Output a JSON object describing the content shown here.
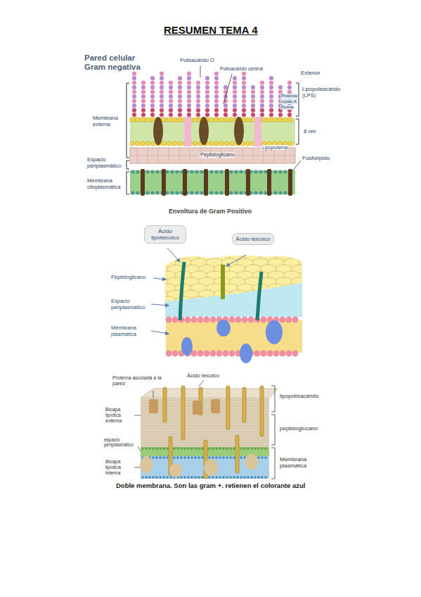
{
  "diagram": {
    "title": "RESUMEN TEMA 4",
    "caption": "Doble membrana. Son las gram +. retienen el colorante azul",
    "nodes": [
      {
        "text": [
          "Ácido lipoteicoico"
        ]
      },
      {
        "text": [
          "Ácido teicoico"
        ]
      }
    ],
    "edges": [],
    "labels": [
      "Pared celular Gram negativa",
      "Polisacárido O",
      "Polisacárido central",
      "Exterior",
      "Lipopolisacárido (LPS)",
      "Proteína",
      "Lípido A",
      "Porina",
      "8 nm",
      "Membrana externa",
      "Espacio periplasmático",
      "Peptidoglicano",
      "Lipoproteína",
      "Fosfolípido",
      "Membrana citoplasmática",
      "Envoltura de Gram Positivo",
      "Peptidoglicano",
      "Espacio periplasmático",
      "Membrana plasmática",
      "Proteína asociada a la pared",
      "Ácido teicoico",
      "lipopolisacárido",
      "Bicapa lipídica externa",
      "peptidoglucano",
      "espacio periplasmático",
      "Membrana plasmática",
      "Bicapa lipídica interna"
    ]
  }
}
